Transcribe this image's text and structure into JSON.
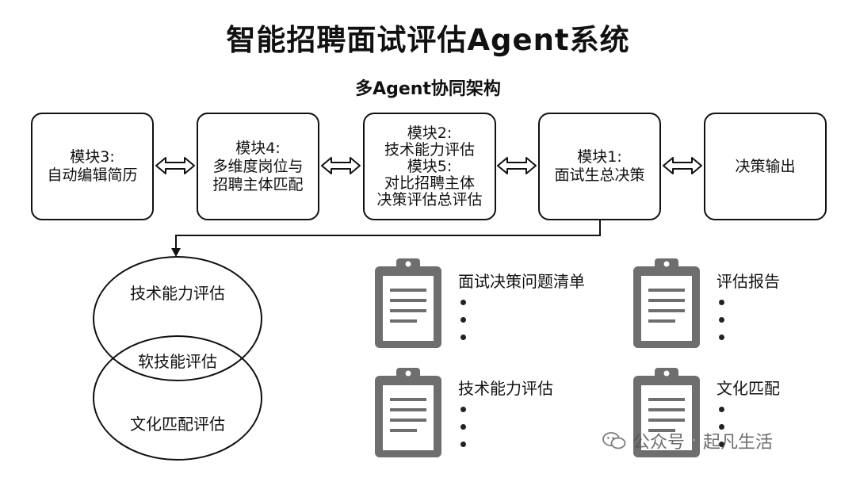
{
  "title": "智能招聘面试评估Agent系统",
  "subtitle": "多Agent协同架构",
  "modules": [
    {
      "lines": [
        "模块3:",
        "自动编辑简历"
      ]
    },
    {
      "lines": [
        "模块4:",
        "多维度岗位与",
        "招聘主体匹配"
      ]
    },
    {
      "lines": [
        "模块2:",
        "技术能力评估",
        "模块5:",
        "对比招聘主体",
        "决策评估总评估"
      ]
    },
    {
      "lines": [
        "模块1:",
        "面试生总决策"
      ]
    },
    {
      "lines": [
        "决策输出"
      ]
    }
  ],
  "venn": {
    "top": "技术能力评估",
    "middle": "软技能评估",
    "bottom": "文化匹配评估"
  },
  "outputs": [
    {
      "label": "面试决策问题清单"
    },
    {
      "label": "评估报告"
    },
    {
      "label": "技术能力评估"
    },
    {
      "label": "文化匹配"
    }
  ],
  "watermark": {
    "source": "公众号",
    "author": "起凡生活"
  }
}
